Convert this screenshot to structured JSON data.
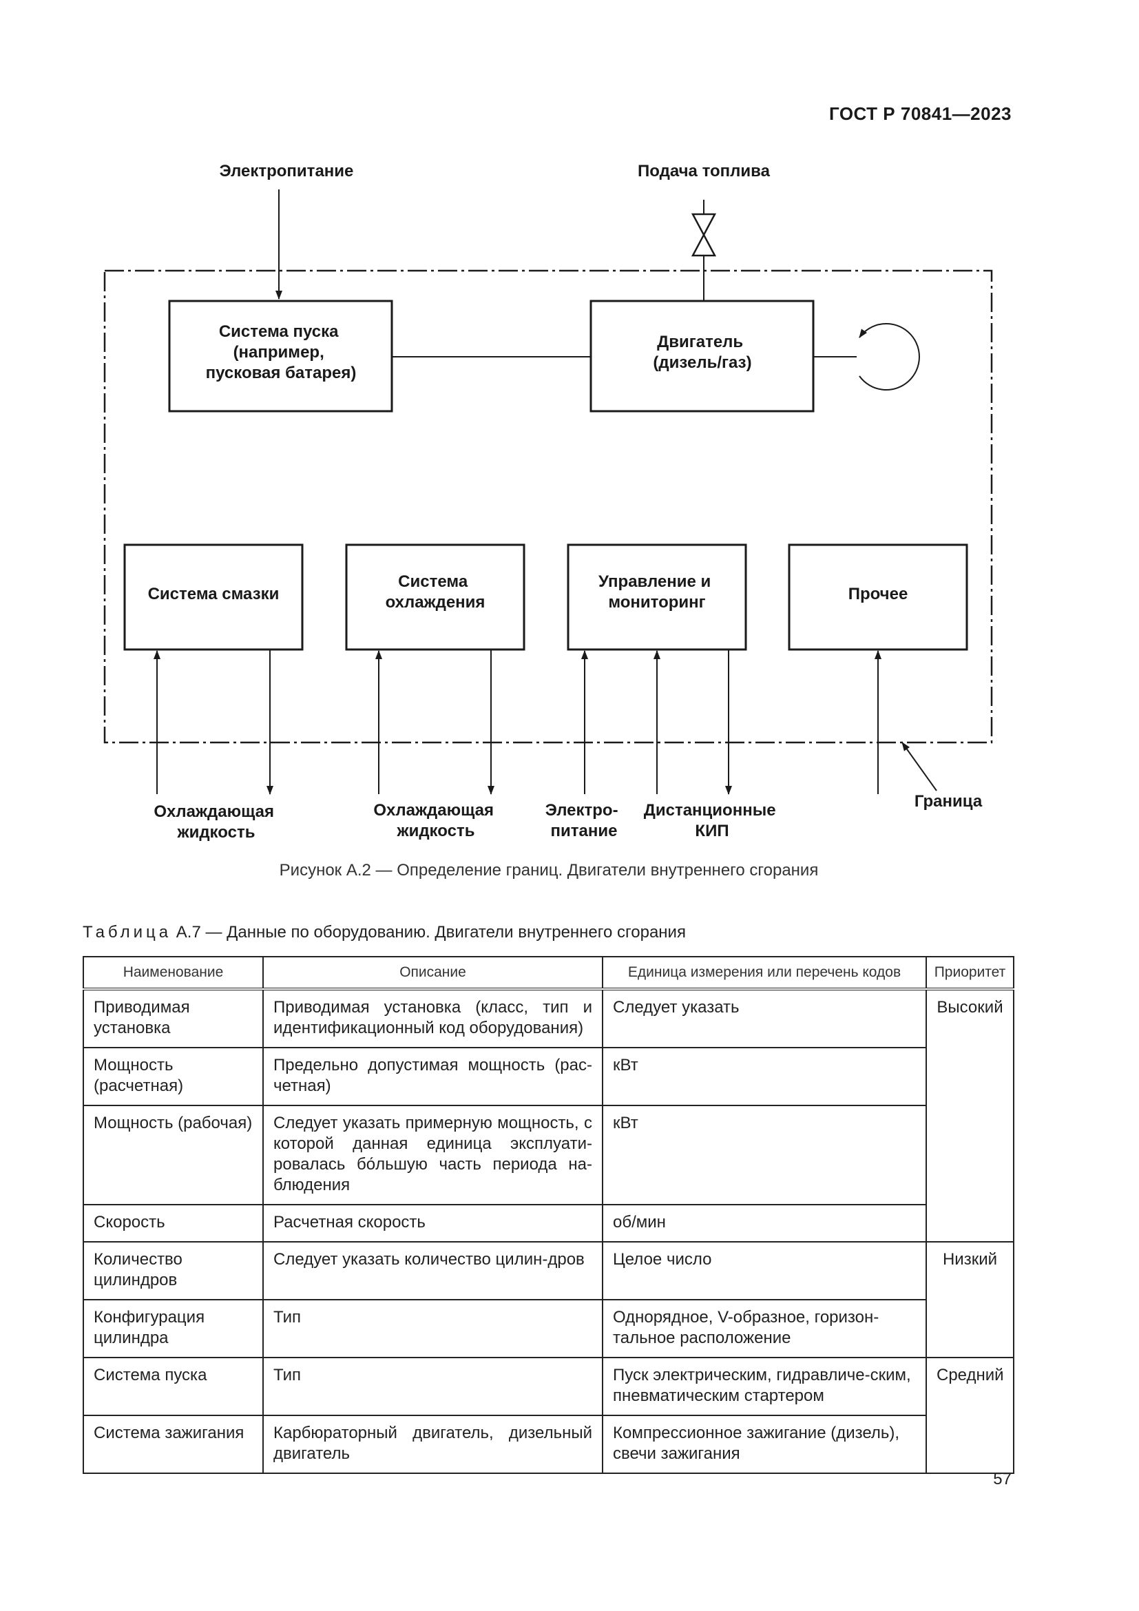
{
  "header": {
    "doc_code": "ГОСТ Р 70841—2023"
  },
  "figure": {
    "top_labels": {
      "power": "Электропитание",
      "fuel": "Подача топлива"
    },
    "boxes": {
      "start_system": [
        "Система пуска",
        "(например,",
        "пусковая батарея)"
      ],
      "engine": [
        "Двигатель",
        "(дизель/газ)"
      ],
      "lubrication": [
        "Система смазки"
      ],
      "cooling": [
        "Система",
        "охлаждения"
      ],
      "control": [
        "Управление и",
        "мониторинг"
      ],
      "other": [
        "Прочее"
      ]
    },
    "bottom_labels": {
      "coolant_1": [
        "Охлаждающая",
        "жидкость"
      ],
      "coolant_2": [
        "Охлаждающая",
        "жидкость"
      ],
      "power": [
        "Электро-",
        "питание"
      ],
      "remote": [
        "Дистанционные",
        "КИП"
      ],
      "boundary": "Граница"
    },
    "caption": "Рисунок А.2 — Определение границ. Двигатели внутреннего сгорания"
  },
  "table": {
    "title_prefix": "Таблица",
    "title_text": "А.7 — Данные по оборудованию. Двигатели внутреннего сгорания",
    "headers": [
      "Наименование",
      "Описание",
      "Единица измерения или перечень кодов",
      "Приоритет"
    ],
    "rows": [
      {
        "name": "Приводимая установка",
        "desc": "Приводимая установка (класс, тип и идентификационный код оборудования)",
        "unit": "Следует указать",
        "priority": "Высокий"
      },
      {
        "name": "Мощность (расчетная)",
        "desc": "Предельно допустимая мощность (рас-четная)",
        "unit": "кВт",
        "priority": ""
      },
      {
        "name": "Мощность (рабочая)",
        "desc": "Следует указать примерную мощность, с которой данная единица эксплуати-ровалась бо́льшую часть периода на-блюдения",
        "unit": "кВт",
        "priority": ""
      },
      {
        "name": "Скорость",
        "desc": "Расчетная скорость",
        "unit": "об/мин",
        "priority": ""
      },
      {
        "name": "Количество цилиндров",
        "desc": "Следует указать количество цилин-дров",
        "unit": "Целое число",
        "priority": "Низкий"
      },
      {
        "name": "Конфигурация цилиндра",
        "desc": "Тип",
        "unit": "Однорядное, V-образное, горизон-тальное расположение",
        "priority": ""
      },
      {
        "name": "Система пуска",
        "desc": "Тип",
        "unit": "Пуск электрическим, гидравличе-ским, пневматическим стартером",
        "priority": "Средний"
      },
      {
        "name": "Система зажигания",
        "desc": "Карбюраторный двигатель, дизельный двигатель",
        "unit": "Компрессионное зажигание (дизель), свечи зажигания",
        "priority": ""
      }
    ]
  },
  "footer": {
    "page_number": "57"
  }
}
